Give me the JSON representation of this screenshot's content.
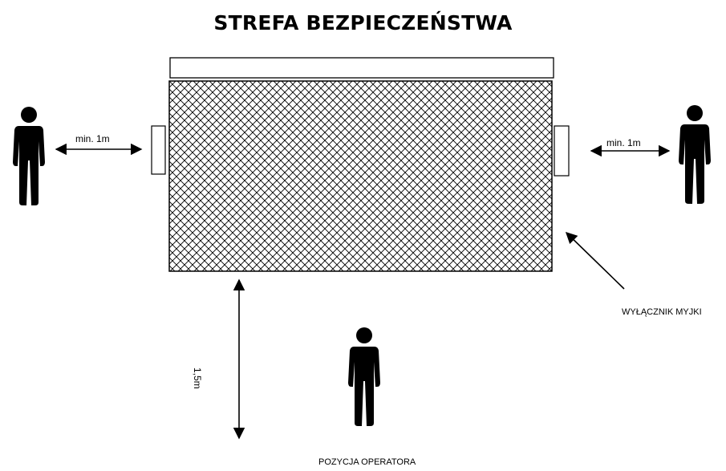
{
  "title": "STREFA BEZPIECZEŃSTWA",
  "labels": {
    "left_distance": "min. 1m",
    "right_distance": "min. 1m",
    "front_distance": "1,5m",
    "switch": "WYŁĄCZNIK MYJKI",
    "operator_position": "POZYCJA OPERATORA"
  },
  "icons": [
    "person-icon",
    "double-arrow-icon",
    "arrow-icon"
  ],
  "colors": {
    "line": "#000000",
    "background": "#ffffff"
  }
}
